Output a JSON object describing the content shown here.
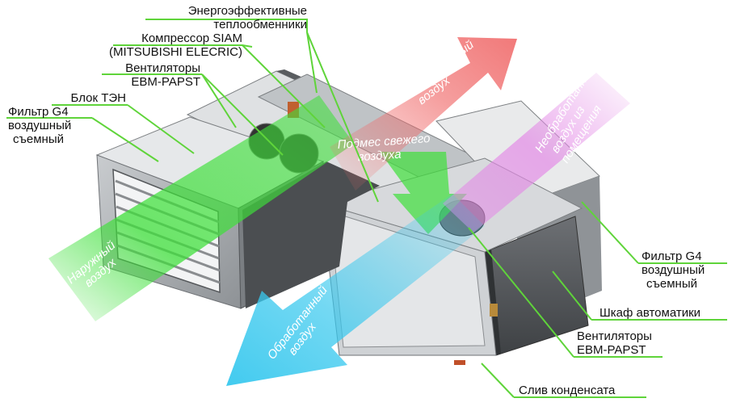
{
  "labels": {
    "heat_exchangers": [
      "Энергоэффективные",
      "теплообменники"
    ],
    "compressor": [
      "Компрессор SIAM",
      "(MITSUBISHI ELECRIC)"
    ],
    "fans_top": [
      "Вентиляторы",
      "EBM-PAPST"
    ],
    "heater_block": [
      "Блок ТЭН"
    ],
    "filter_left": [
      "Фильтр G4",
      "воздушный",
      "съемный"
    ],
    "filter_right": [
      "Фильтр G4",
      "воздушный",
      "съемный"
    ],
    "automation_cabinet": [
      "Шкаф автоматики"
    ],
    "fans_bottom": [
      "Вентиляторы",
      "EBM-PAPST"
    ],
    "condensate_drain": [
      "Слив конденсата"
    ]
  },
  "flows": {
    "exhaust": [
      "Выбрасываемый",
      "воздух"
    ],
    "return": [
      "Необработанный",
      "воздух из",
      "помещения"
    ],
    "fresh_mix": [
      "Подмес свежего",
      "воздуха"
    ],
    "outdoor": [
      "Наружный",
      "воздух"
    ],
    "supply": [
      "Обработанный",
      "воздух"
    ]
  },
  "colors": {
    "callout_line": "#5fd43a",
    "outdoor_flow": "#3ee03a",
    "exhaust_flow": "#f06a6a",
    "return_flow": "#e38ae6",
    "supply_flow": "#38c8ee",
    "housing": "#8e9296"
  }
}
